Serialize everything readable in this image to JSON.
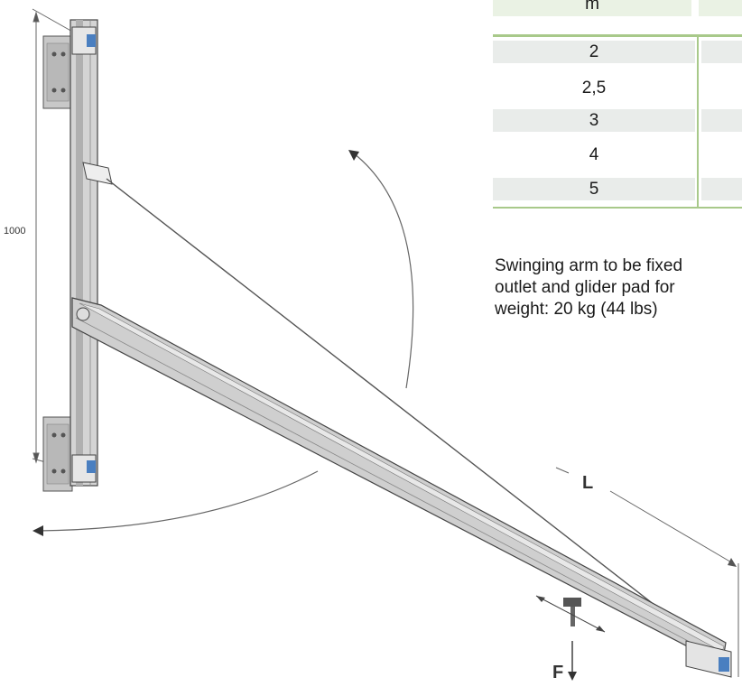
{
  "dimension_height": "1000",
  "dimension_length": "L",
  "force_label": "F",
  "table": {
    "header_unit": "m",
    "rows": [
      "2",
      "2,5",
      "3",
      "4",
      "5"
    ]
  },
  "description_lines": [
    "Swinging arm to be fixed",
    "outlet and glider pad for",
    "weight: 20 kg (44 lbs)"
  ]
}
